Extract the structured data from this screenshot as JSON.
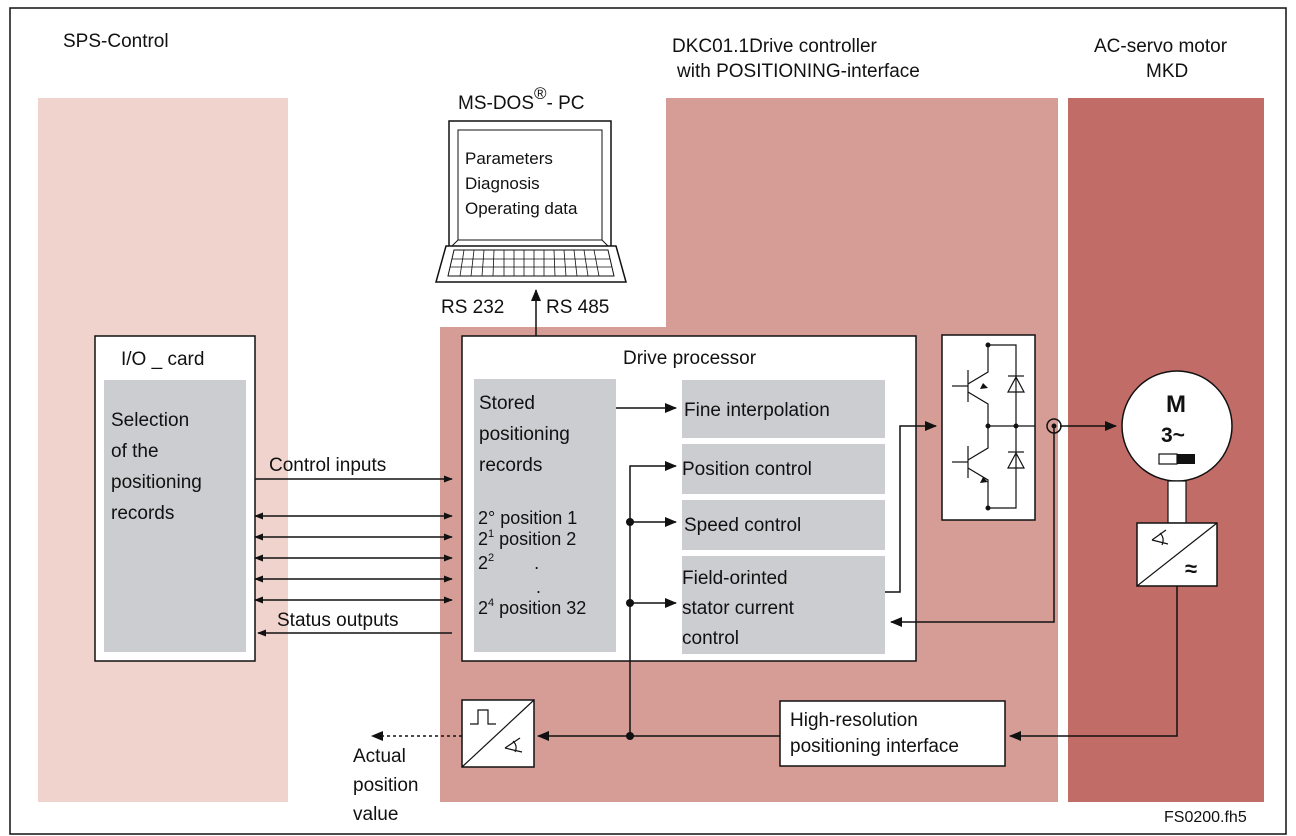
{
  "sections": {
    "sps": "SPS-Control",
    "dkc_line1": "DKC01.1Drive controller",
    "dkc_line2": "with POSITIONING-interface",
    "servo_line1": "AC-servo motor",
    "servo_line2": "MKD"
  },
  "pc": {
    "title_pre": "MS-DOS",
    "title_reg": "®",
    "title_post": "- PC",
    "screen_lines": [
      "Parameters",
      "Diagnosis",
      "Operating data"
    ],
    "port_left": "RS 232",
    "port_right": "RS 485"
  },
  "io_card": {
    "title": "I/O _ card",
    "text_lines": [
      "Selection",
      "of the",
      "positioning",
      "records"
    ]
  },
  "signals": {
    "control_inputs": "Control inputs",
    "status_outputs": "Status outputs"
  },
  "drive_processor": {
    "title": "Drive processor",
    "stored_lines": [
      "Stored",
      "positioning",
      "records"
    ],
    "positions": [
      {
        "base": "2",
        "exp": "°",
        "label": "position 1"
      },
      {
        "base": "2",
        "exp": "1",
        "label": "position 2"
      },
      {
        "base": "2",
        "exp": "2",
        "label": "."
      },
      {
        "base": "",
        "exp": "",
        "label": "."
      },
      {
        "base": "2",
        "exp": "4",
        "label": "position 32"
      }
    ],
    "fine_interpolation": "Fine interpolation",
    "position_control": "Position control",
    "speed_control": "Speed control",
    "field_lines": [
      "Field-orinted",
      "stator current",
      "control"
    ]
  },
  "motor": {
    "letter": "M",
    "phase": "3~",
    "tilde_symbol": "≈"
  },
  "interface": {
    "lines": [
      "High-resolution",
      "positioning interface"
    ]
  },
  "actual": {
    "lines": [
      "Actual",
      "position",
      "value"
    ]
  },
  "footer": {
    "file": "FS0200.fh5"
  },
  "colors": {
    "sps_band": "#f0d3cc",
    "dkc_band": "#d59d96",
    "servo_band": "#c26c68",
    "gray_box": "#cccdd0"
  }
}
